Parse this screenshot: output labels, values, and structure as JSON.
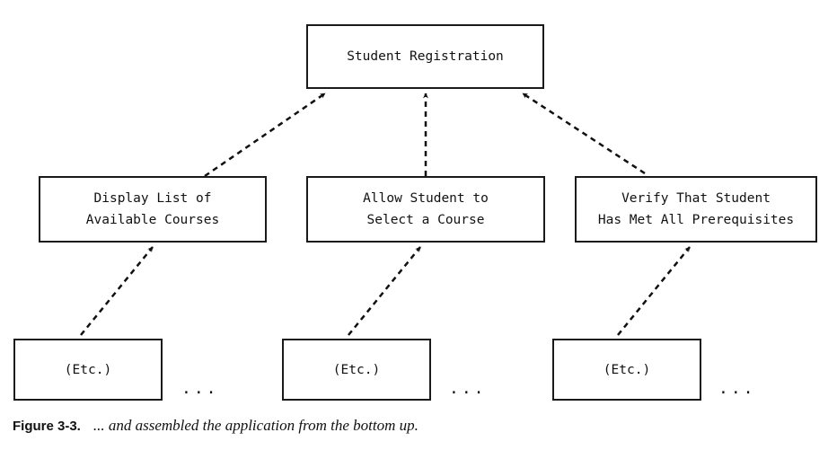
{
  "root": {
    "label": "Student Registration"
  },
  "modules": [
    {
      "line1": "Display List of",
      "line2": "Available Courses"
    },
    {
      "line1": "Allow Student to",
      "line2": "Select a Course"
    },
    {
      "line1": "Verify That Student",
      "line2": "Has Met All Prerequisites"
    }
  ],
  "leaves": [
    {
      "label": "(Etc.)",
      "ellipsis": "..."
    },
    {
      "label": "(Etc.)",
      "ellipsis": "..."
    },
    {
      "label": "(Etc.)",
      "ellipsis": "..."
    }
  ],
  "caption": {
    "figure": "Figure 3-3.",
    "text": "... and assembled the application from the bottom up."
  }
}
